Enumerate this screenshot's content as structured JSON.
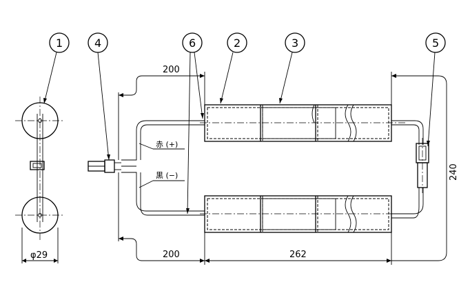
{
  "callouts": [
    "1",
    "2",
    "3",
    "4",
    "5",
    "6"
  ],
  "dimensions": {
    "dim_top_200": "200",
    "dim_bottom_200": "200",
    "dim_262": "262",
    "dim_240": "240",
    "dim_dia": "φ29"
  },
  "wires": {
    "red_positive": "赤 (+)",
    "black_negative": "黒 (−)"
  }
}
